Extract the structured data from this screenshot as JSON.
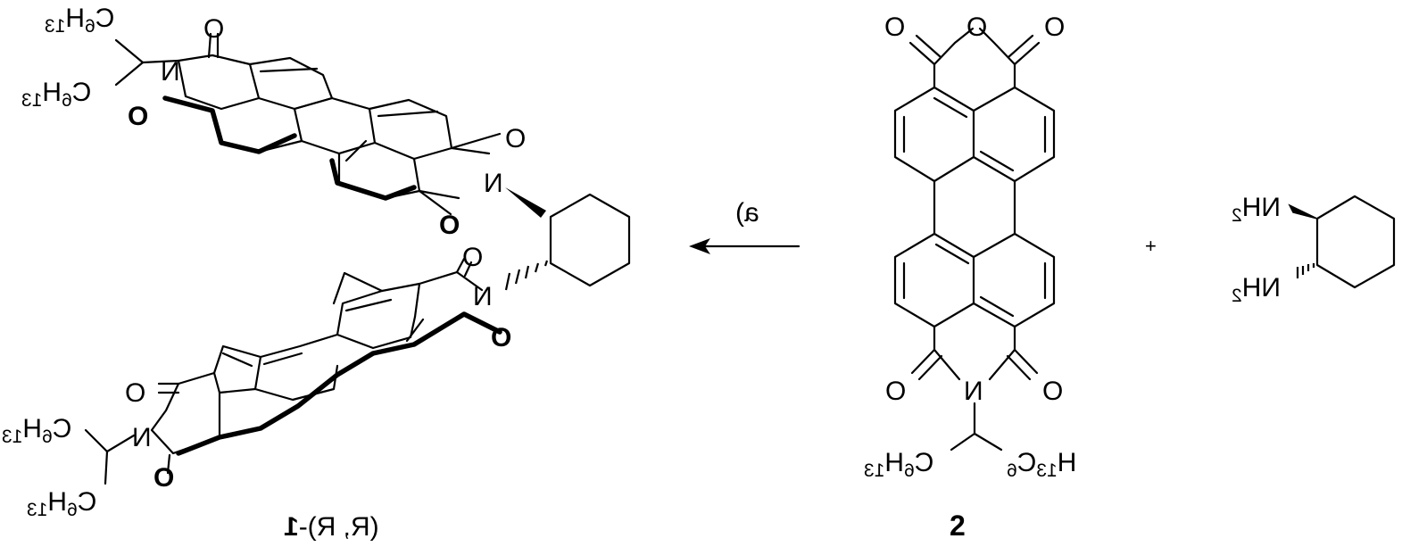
{
  "reaction": {
    "reagent_label": "a)",
    "plus_sign": "+"
  },
  "compounds": {
    "product": {
      "label_prefix": "(R, R)-",
      "label_number": "1"
    },
    "anhydride": {
      "label": "2"
    }
  },
  "atoms": {
    "oxygen": "O",
    "nitrogen": "N",
    "amine": "NH",
    "amine_sub": "2",
    "hexyl_c": "C",
    "hexyl_h": "H",
    "hexyl_c_sub": "6",
    "hexyl_h_sub": "13"
  }
}
